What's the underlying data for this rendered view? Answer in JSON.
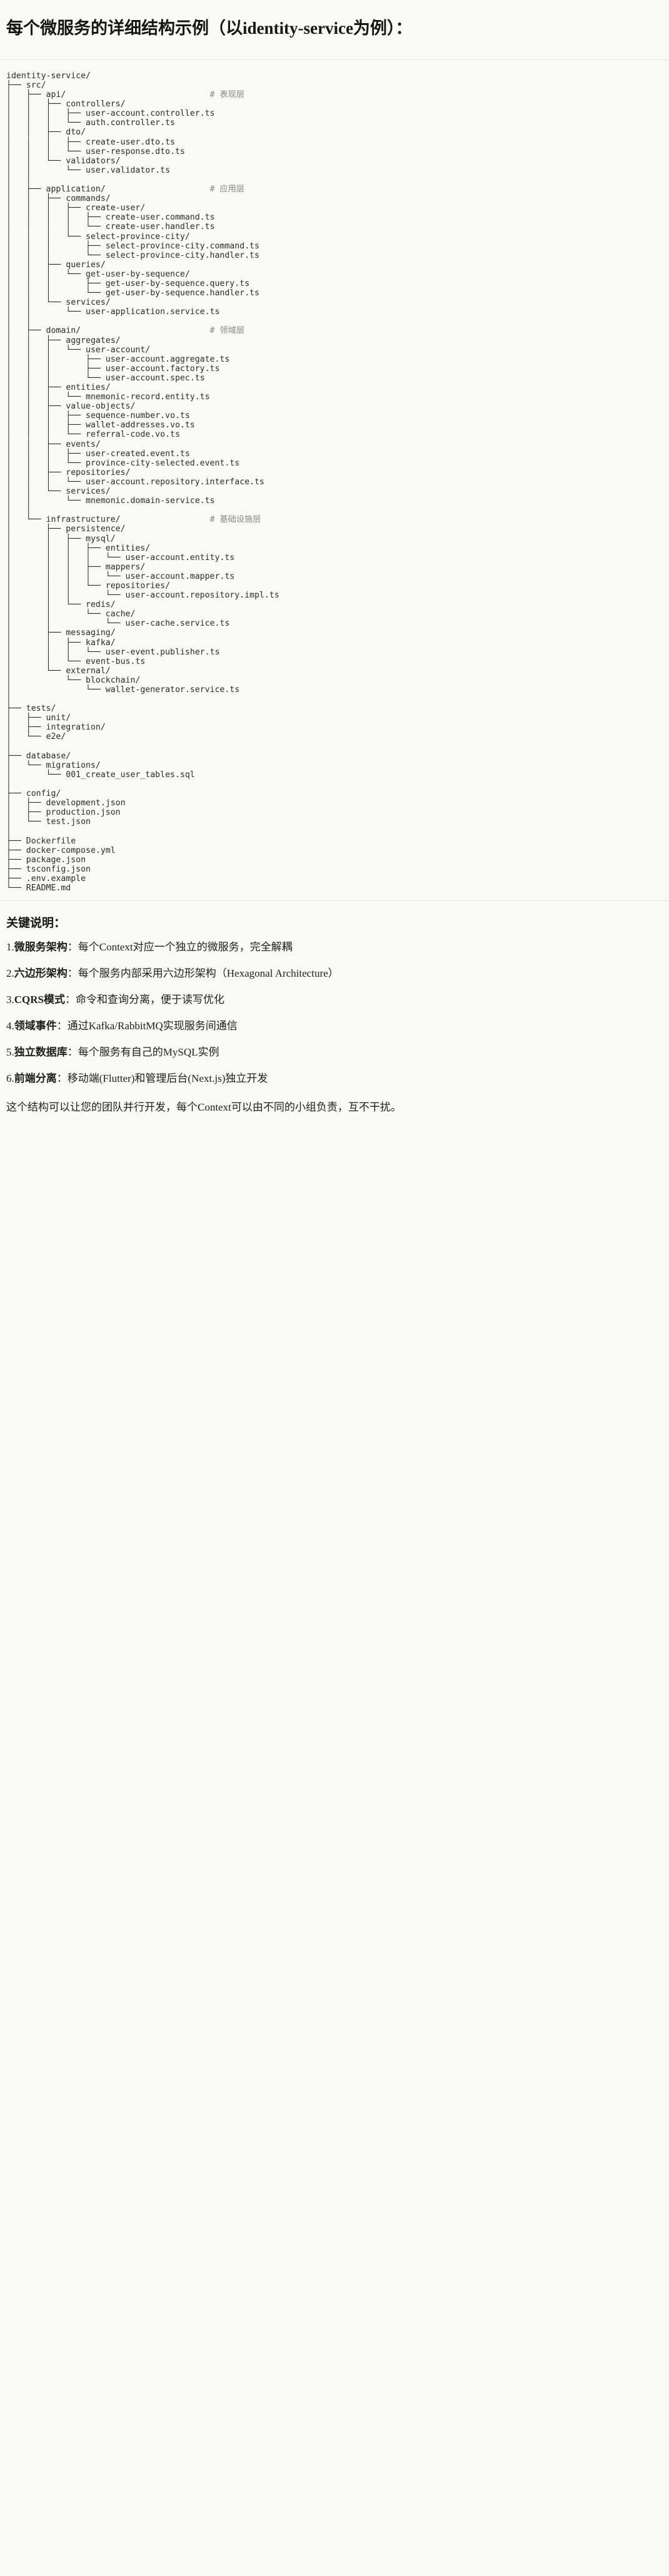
{
  "document": {
    "title": "每个微服务的详细结构示例（以identity-service为例）："
  },
  "tree": {
    "root_label": "identity-service/",
    "lines": [
      {
        "text": "identity-service/",
        "comment": ""
      },
      {
        "text": "├── src/",
        "comment": ""
      },
      {
        "text": "│   ├── api/",
        "comment": "# 表现层"
      },
      {
        "text": "│   │   ├── controllers/",
        "comment": ""
      },
      {
        "text": "│   │   │   ├── user-account.controller.ts",
        "comment": ""
      },
      {
        "text": "│   │   │   └── auth.controller.ts",
        "comment": ""
      },
      {
        "text": "│   │   ├── dto/",
        "comment": ""
      },
      {
        "text": "│   │   │   ├── create-user.dto.ts",
        "comment": ""
      },
      {
        "text": "│   │   │   └── user-response.dto.ts",
        "comment": ""
      },
      {
        "text": "│   │   └── validators/",
        "comment": ""
      },
      {
        "text": "│   │       └── user.validator.ts",
        "comment": ""
      },
      {
        "text": "│   │",
        "comment": ""
      },
      {
        "text": "│   ├── application/",
        "comment": "# 应用层"
      },
      {
        "text": "│   │   ├── commands/",
        "comment": ""
      },
      {
        "text": "│   │   │   ├── create-user/",
        "comment": ""
      },
      {
        "text": "│   │   │   │   ├── create-user.command.ts",
        "comment": ""
      },
      {
        "text": "│   │   │   │   └── create-user.handler.ts",
        "comment": ""
      },
      {
        "text": "│   │   │   └── select-province-city/",
        "comment": ""
      },
      {
        "text": "│   │   │       ├── select-province-city.command.ts",
        "comment": ""
      },
      {
        "text": "│   │   │       └── select-province-city.handler.ts",
        "comment": ""
      },
      {
        "text": "│   │   ├── queries/",
        "comment": ""
      },
      {
        "text": "│   │   │   └── get-user-by-sequence/",
        "comment": ""
      },
      {
        "text": "│   │   │       ├── get-user-by-sequence.query.ts",
        "comment": ""
      },
      {
        "text": "│   │   │       └── get-user-by-sequence.handler.ts",
        "comment": ""
      },
      {
        "text": "│   │   └── services/",
        "comment": ""
      },
      {
        "text": "│   │       └── user-application.service.ts",
        "comment": ""
      },
      {
        "text": "│   │",
        "comment": ""
      },
      {
        "text": "│   ├── domain/",
        "comment": "# 领域层"
      },
      {
        "text": "│   │   ├── aggregates/",
        "comment": ""
      },
      {
        "text": "│   │   │   └── user-account/",
        "comment": ""
      },
      {
        "text": "│   │   │       ├── user-account.aggregate.ts",
        "comment": ""
      },
      {
        "text": "│   │   │       ├── user-account.factory.ts",
        "comment": ""
      },
      {
        "text": "│   │   │       └── user-account.spec.ts",
        "comment": ""
      },
      {
        "text": "│   │   ├── entities/",
        "comment": ""
      },
      {
        "text": "│   │   │   └── mnemonic-record.entity.ts",
        "comment": ""
      },
      {
        "text": "│   │   ├── value-objects/",
        "comment": ""
      },
      {
        "text": "│   │   │   ├── sequence-number.vo.ts",
        "comment": ""
      },
      {
        "text": "│   │   │   ├── wallet-addresses.vo.ts",
        "comment": ""
      },
      {
        "text": "│   │   │   └── referral-code.vo.ts",
        "comment": ""
      },
      {
        "text": "│   │   ├── events/",
        "comment": ""
      },
      {
        "text": "│   │   │   ├── user-created.event.ts",
        "comment": ""
      },
      {
        "text": "│   │   │   └── province-city-selected.event.ts",
        "comment": ""
      },
      {
        "text": "│   │   ├── repositories/",
        "comment": ""
      },
      {
        "text": "│   │   │   └── user-account.repository.interface.ts",
        "comment": ""
      },
      {
        "text": "│   │   └── services/",
        "comment": ""
      },
      {
        "text": "│   │       └── mnemonic.domain-service.ts",
        "comment": ""
      },
      {
        "text": "│   │",
        "comment": ""
      },
      {
        "text": "│   └── infrastructure/",
        "comment": "# 基础设施层"
      },
      {
        "text": "│       ├── persistence/",
        "comment": ""
      },
      {
        "text": "│       │   ├── mysql/",
        "comment": ""
      },
      {
        "text": "│       │   │   ├── entities/",
        "comment": ""
      },
      {
        "text": "│       │   │   │   └── user-account.entity.ts",
        "comment": ""
      },
      {
        "text": "│       │   │   ├── mappers/",
        "comment": ""
      },
      {
        "text": "│       │   │   │   └── user-account.mapper.ts",
        "comment": ""
      },
      {
        "text": "│       │   │   └── repositories/",
        "comment": ""
      },
      {
        "text": "│       │   │       └── user-account.repository.impl.ts",
        "comment": ""
      },
      {
        "text": "│       │   └── redis/",
        "comment": ""
      },
      {
        "text": "│       │       └── cache/",
        "comment": ""
      },
      {
        "text": "│       │           └── user-cache.service.ts",
        "comment": ""
      },
      {
        "text": "│       ├── messaging/",
        "comment": ""
      },
      {
        "text": "│       │   ├── kafka/",
        "comment": ""
      },
      {
        "text": "│       │   │   └── user-event.publisher.ts",
        "comment": ""
      },
      {
        "text": "│       │   └── event-bus.ts",
        "comment": ""
      },
      {
        "text": "│       └── external/",
        "comment": ""
      },
      {
        "text": "│           └── blockchain/",
        "comment": ""
      },
      {
        "text": "│               └── wallet-generator.service.ts",
        "comment": ""
      },
      {
        "text": "│",
        "comment": ""
      },
      {
        "text": "├── tests/",
        "comment": ""
      },
      {
        "text": "│   ├── unit/",
        "comment": ""
      },
      {
        "text": "│   ├── integration/",
        "comment": ""
      },
      {
        "text": "│   └── e2e/",
        "comment": ""
      },
      {
        "text": "│",
        "comment": ""
      },
      {
        "text": "├── database/",
        "comment": ""
      },
      {
        "text": "│   └── migrations/",
        "comment": ""
      },
      {
        "text": "│       └── 001_create_user_tables.sql",
        "comment": ""
      },
      {
        "text": "│",
        "comment": ""
      },
      {
        "text": "├── config/",
        "comment": ""
      },
      {
        "text": "│   ├── development.json",
        "comment": ""
      },
      {
        "text": "│   ├── production.json",
        "comment": ""
      },
      {
        "text": "│   └── test.json",
        "comment": ""
      },
      {
        "text": "│",
        "comment": ""
      },
      {
        "text": "├── Dockerfile",
        "comment": ""
      },
      {
        "text": "├── docker-compose.yml",
        "comment": ""
      },
      {
        "text": "├── package.json",
        "comment": ""
      },
      {
        "text": "├── tsconfig.json",
        "comment": ""
      },
      {
        "text": "├── .env.example",
        "comment": ""
      },
      {
        "text": "└── README.md",
        "comment": ""
      }
    ]
  },
  "notes": {
    "heading": "关键说明：",
    "items": [
      {
        "num": "1.",
        "term": "微服务架构",
        "sep": "：",
        "desc": "每个Context对应一个独立的微服务，完全解耦"
      },
      {
        "num": "2.",
        "term": "六边形架构",
        "sep": "：",
        "desc": "每个服务内部采用六边形架构（Hexagonal Architecture）"
      },
      {
        "num": "3.",
        "term": "CQRS模式",
        "sep": "：",
        "desc": "命令和查询分离，便于读写优化"
      },
      {
        "num": "4.",
        "term": "领域事件",
        "sep": "：",
        "desc": "通过Kafka/RabbitMQ实现服务间通信"
      },
      {
        "num": "5.",
        "term": "独立数据库",
        "sep": "：",
        "desc": "每个服务有自己的MySQL实例"
      },
      {
        "num": "6.",
        "term": "前端分离",
        "sep": "：",
        "desc": "移动端(Flutter)和管理后台(Next.js)独立开发"
      }
    ],
    "footer": "这个结构可以让您的团队并行开发，每个Context可以由不同的小组负责，互不干扰。"
  },
  "colors": {
    "background": "#faf9f5",
    "text": "#1f1e1c",
    "code_text": "#2c2b28",
    "comment_text": "#8a8880",
    "rule": "#e8e5dc"
  }
}
